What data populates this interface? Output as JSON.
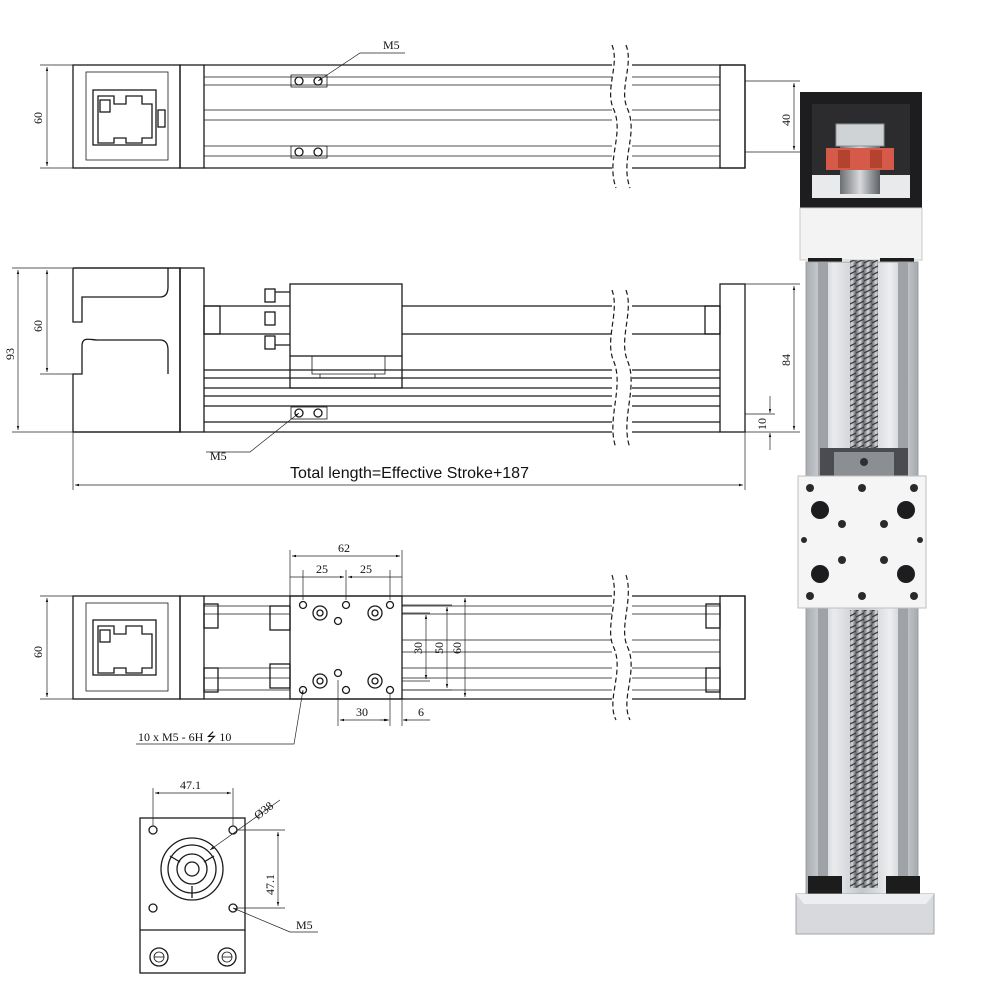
{
  "colors": {
    "line": "#1a1a1a",
    "aluminum": "#c9ccd0",
    "aluminum_light": "#e6e8ea",
    "block_white": "#f4f4f4",
    "bearing_black": "#1c1c1c",
    "coupling_red": "#d65a4a"
  },
  "top_view": {
    "height_label": "60",
    "screw_label": "M5",
    "rail_width_label": "40"
  },
  "side_view": {
    "overall_height_label": "93",
    "end_height_label": "60",
    "profile_height_label": "84",
    "offset_label": "10",
    "screw_label": "M5",
    "total_length_label": "Total length=Effective Stroke+187"
  },
  "carriage_view": {
    "height_label": "60",
    "carriage_width_label": "62",
    "left_pitch_label": "25",
    "right_pitch_label": "25",
    "inner_pitch_label": "30",
    "mid_pitch_label": "50",
    "outer_pitch_label": "60",
    "bottom_pitch_label": "30",
    "edge_offset_label": "6",
    "thread_note": "10 x  M5 - 6H ⭍  10"
  },
  "motor_view": {
    "width_label": "47.1",
    "height_label": "47.1",
    "bore_label": "Ø38",
    "screw_label": "M5"
  },
  "photo": {
    "icon": "linear-module-photo"
  }
}
